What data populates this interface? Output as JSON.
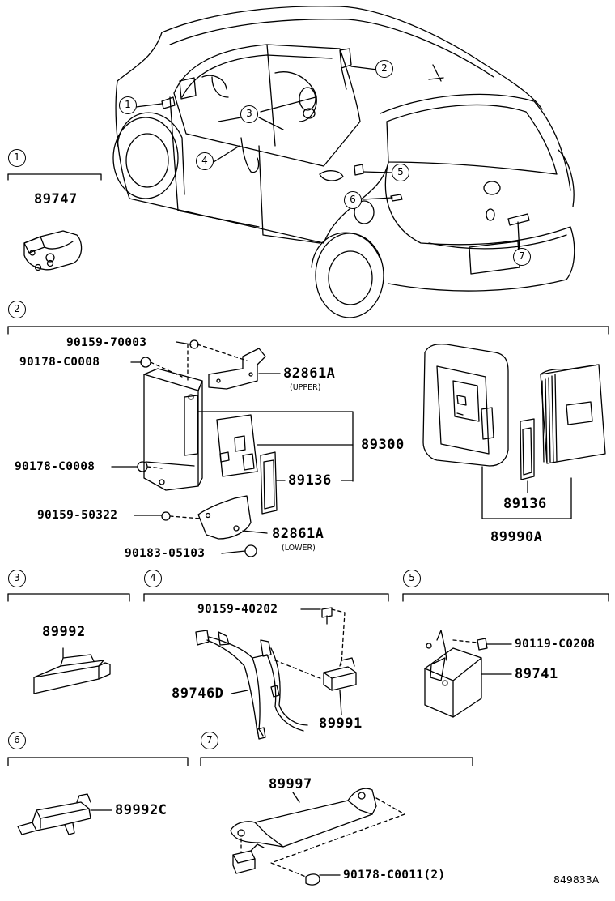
{
  "sections": [
    {
      "id": "sec-1",
      "label": "1"
    },
    {
      "id": "sec-2",
      "label": "2"
    },
    {
      "id": "sec-3",
      "label": "3"
    },
    {
      "id": "sec-4",
      "label": "4"
    },
    {
      "id": "sec-5",
      "label": "5"
    },
    {
      "id": "sec-6",
      "label": "6"
    },
    {
      "id": "sec-7",
      "label": "7"
    }
  ],
  "car_callouts": [
    "1",
    "2",
    "3",
    "4",
    "5",
    "6",
    "7"
  ],
  "parts": {
    "p89747": "89747",
    "p90159_70003": "90159-70003",
    "p90178_c0008_a": "90178-C0008",
    "p82861a_upper": "82861A",
    "upper_note": "(UPPER)",
    "p89300": "89300",
    "p90178_c0008_b": "90178-C0008",
    "p89136_a": "89136",
    "p90159_50322": "90159-50322",
    "p82861a_lower": "82861A",
    "lower_note": "(LOWER)",
    "p90183_05103": "90183-05103",
    "p89136_b": "89136",
    "p89990a": "89990A",
    "p89992": "89992",
    "p90159_40202": "90159-40202",
    "p89746d": "89746D",
    "p89991": "89991",
    "p90119_c0208": "90119-C0208",
    "p89741": "89741",
    "p89992c": "89992C",
    "p89997": "89997",
    "p90178_c0011": "90178-C0011(2)"
  },
  "diagram_ref": "849833A",
  "colors": {
    "line": "#000000",
    "background": "#ffffff"
  }
}
